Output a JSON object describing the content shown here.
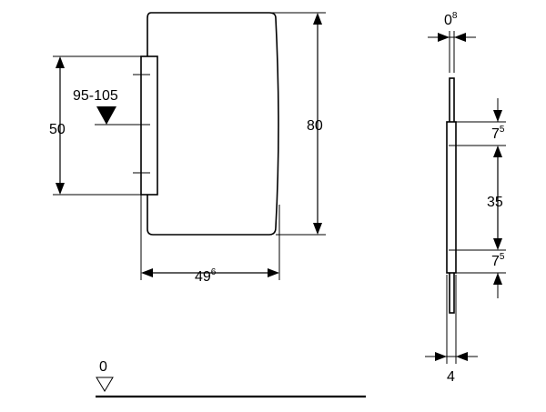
{
  "front_view": {
    "dim_height": "80",
    "dim_width_main": "49",
    "dim_width_sup": "6",
    "dim_module": "50",
    "dim_range": "95-105"
  },
  "side_view": {
    "dim_thickness_main": "0",
    "dim_thickness_sup": "8",
    "dim_offset_top_main": "7",
    "dim_offset_top_sup": "5",
    "dim_spacing": "35",
    "dim_offset_bottom_main": "7",
    "dim_offset_bottom_sup": "5",
    "dim_depth": "4"
  },
  "floor": {
    "level_label": "0"
  }
}
